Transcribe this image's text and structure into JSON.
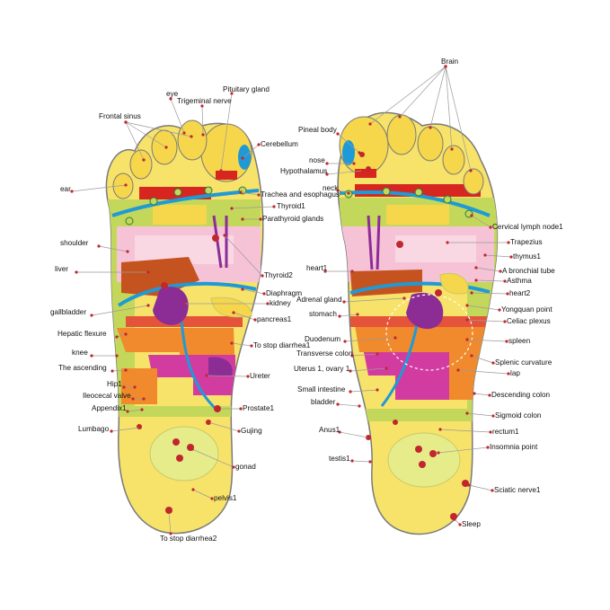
{
  "colors": {
    "outline": "#7a7a7a",
    "sole_yellow": "#f7e36a",
    "toe_yellow": "#f6d64a",
    "green": "#c3d85a",
    "pink": "#f6c2d6",
    "light_pink": "#f9d8e4",
    "blue": "#1f9ad6",
    "red": "#d7261f",
    "orange": "#f08a2c",
    "brown": "#c5531f",
    "purple": "#8c2d96",
    "magenta": "#d23ca0",
    "dot": "#c2262e",
    "leader": "#9a9a9a"
  },
  "left_labels": {
    "eye": "eye",
    "pituitary_gland": "Pituitary gland",
    "trigeminal_nerve": "Trigeminal nerve",
    "frontal_sinus": "Frontal sinus",
    "cerebellum": "Cerebellum",
    "ear": "ear",
    "trachea_esophagus": "Trachea and esophagus",
    "thyroid1": "Thyroid1",
    "parathyroid_glands": "Parathyroid glands",
    "shoulder": "shoulder",
    "liver": "liver",
    "thyroid2": "Thyroid2",
    "diaphragm": "Diaphragm",
    "kidney": "kidney",
    "gallbladder": "gallbladder",
    "pancreas1": "pancreas1",
    "hepatic_flexure": "Hepatic flexure",
    "to_stop_diarrhea1": "To stop diarrhea1",
    "knee": "knee",
    "the_ascending": "The ascending",
    "ureter": "Ureter",
    "hip1": "Hip1",
    "ileocecal_valve": "Ileocecal valve",
    "appendix1": "Appendix1",
    "prostate1": "Prostate1",
    "lumbago": "Lumbago",
    "gujing": "Gujing",
    "gonad": "gonad",
    "pelvis1": "pelvis1",
    "to_stop_diarrhea2": "To stop diarrhea2"
  },
  "right_labels": {
    "brain": "Brain",
    "pineal_body": "Pineal body",
    "nose": "nose",
    "hypothalamus": "Hypothalamus",
    "neck": "neck",
    "cervical_lymph_node1": "Cervical lymph node1",
    "trapezius": "Trapezius",
    "thymus1": "thymus1",
    "heart1": "heart1",
    "bronchial_tube": "A bronchial tube",
    "asthma": "Asthma",
    "adrenal_gland": "Adrenal gland",
    "heart2": "heart2",
    "stomach": "stomach",
    "yongquan_point": "Yongquan point",
    "celiac_plexus": "Celiac plexus",
    "duodenum": "Duodenum",
    "spleen": "spleen",
    "transverse_colon": "Transverse colon",
    "splenic_curvature": "Splenic curvature",
    "uterus_ovary": "Uterus 1, ovary 1",
    "lap": "lap",
    "small_intestine": "Small intestine",
    "descending_colon": "Descending colon",
    "bladder": "bladder",
    "sigmoid_colon": "Sigmoid colon",
    "anus1": "Anus1",
    "rectum1": "rectum1",
    "insomnia_point": "Insomnia point",
    "testis1": "testis1",
    "sciatic_nerve1": "Sciatic nerve1",
    "sleep": "Sleep"
  }
}
